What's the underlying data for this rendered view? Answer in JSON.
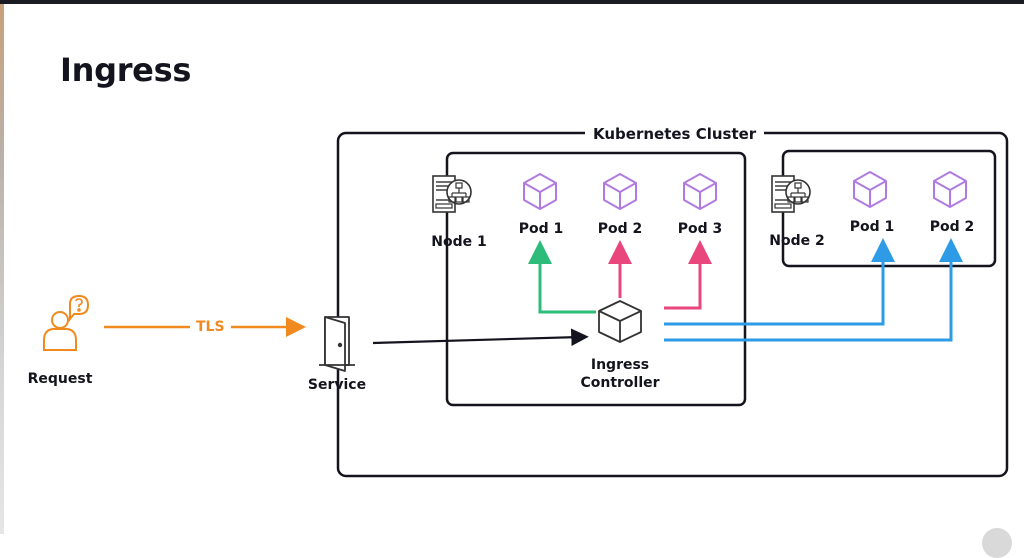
{
  "title": "Ingress",
  "cluster": {
    "label": "Kubernetes Cluster"
  },
  "request": {
    "label": "Request",
    "icon": "user-question-icon"
  },
  "tls": {
    "label": "TLS"
  },
  "service": {
    "label": "Service",
    "icon": "door-icon"
  },
  "node1": {
    "label": "Node 1",
    "icon": "server-network-icon",
    "pods": [
      "Pod 1",
      "Pod 2",
      "Pod 3"
    ]
  },
  "node2": {
    "label": "Node 2",
    "icon": "server-network-icon",
    "pods": [
      "Pod 1",
      "Pod 2"
    ]
  },
  "controller": {
    "line1": "Ingress",
    "line2": "Controller",
    "icon": "cube-icon"
  },
  "colors": {
    "orange": "#f08a1e",
    "green": "#2ebc7a",
    "pink": "#e8467c",
    "blue": "#2e9be6",
    "dark": "#14141e",
    "pod_purple": "#b07be0"
  }
}
